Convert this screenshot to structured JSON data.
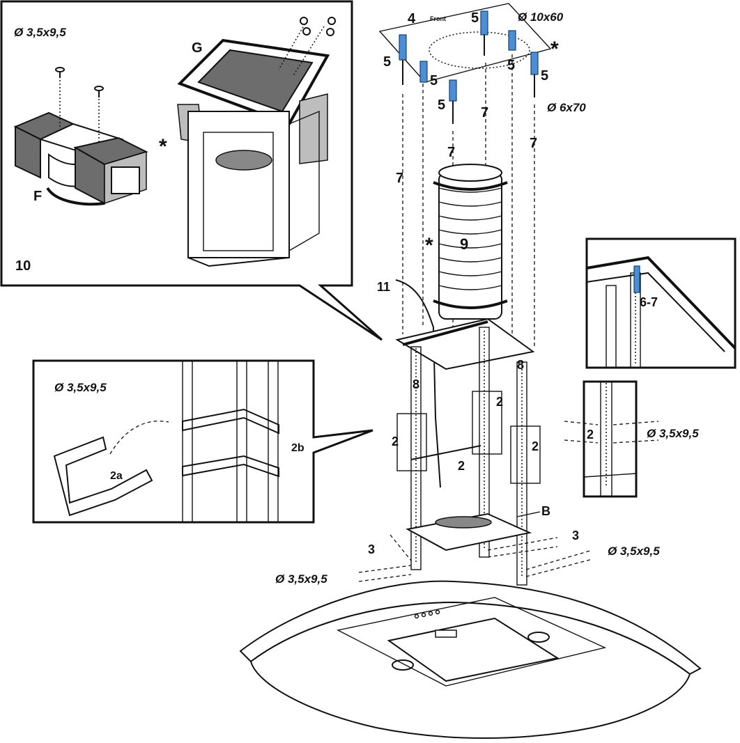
{
  "labels": {
    "screw_35_top": "Ø 3,5x9,5",
    "screw_10x60": "Ø 10x60",
    "screw_6x70": "Ø 6x70",
    "screw_35_left": "Ø 3,5x9,5",
    "screw_35_right": "Ø 3,5x9,5",
    "screw_35_bottom_left": "Ø 3,5x9,5",
    "screw_35_bottom_right": "Ø 3,5x9,5",
    "n4": "4",
    "front": "Front",
    "n5a": "5",
    "n5b": "5",
    "n5c": "5",
    "n5d": "5",
    "n5e": "5",
    "n5f": "5",
    "n7a": "7",
    "n7b": "7",
    "n7c": "7",
    "n7d": "7",
    "n8a": "8",
    "n8b": "8",
    "n9": "9",
    "n10": "10",
    "n11": "11",
    "n2a": "2",
    "n2b": "2",
    "n2c": "2",
    "n2d": "2",
    "n2e": "2",
    "n2a_label": "2a",
    "n2b_label": "2b",
    "n3a": "3",
    "n3b": "3",
    "n67": "6-7",
    "F": "F",
    "G": "G",
    "B": "B",
    "star1": "*",
    "star2": "*",
    "star3": "*"
  }
}
